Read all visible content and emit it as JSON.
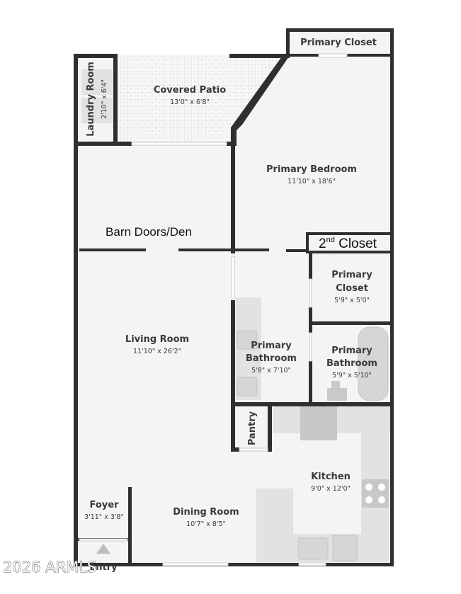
{
  "rooms": {
    "primary_closet_top": {
      "name": "Primary Closet"
    },
    "laundry_room": {
      "name": "Laundry Room",
      "dims": "2'10\" x 6'4\""
    },
    "covered_patio": {
      "name": "Covered Patio",
      "dims": "13'0\" x 6'8\""
    },
    "primary_bedroom": {
      "name": "Primary Bedroom",
      "dims": "11'10\" x 18'6\""
    },
    "second_closet": {
      "name_prefix": "2",
      "name_sup": "nd",
      "name_suffix": " Closet"
    },
    "barn_doors_den": {
      "name": "Barn Doors/Den"
    },
    "primary_closet": {
      "name_line1": "Primary",
      "name_line2": "Closet",
      "dims": "5'9\" x 5'0\""
    },
    "living_room": {
      "name": "Living Room",
      "dims": "11'10\" x 26'2\""
    },
    "primary_bathroom_left": {
      "name_line1": "Primary",
      "name_line2": "Bathroom",
      "dims": "5'8\" x 7'10\""
    },
    "primary_bathroom_right": {
      "name_line1": "Primary",
      "name_line2": "Bathroom",
      "dims": "5'9\" x 5'10\""
    },
    "pantry": {
      "name": "Pantry"
    },
    "kitchen": {
      "name": "Kitchen",
      "dims": "9'0\" x 12'0\""
    },
    "foyer": {
      "name": "Foyer",
      "dims": "3'11\" x 3'8\""
    },
    "dining_room": {
      "name": "Dining Room",
      "dims": "10'7\" x 8'5\""
    },
    "entry": {
      "name": "Entry"
    }
  },
  "watermark": "2026 ARMLS",
  "colors": {
    "wall": "#2f2f2f",
    "floor": "#f4f4f4",
    "counter": "#e2e2e2"
  }
}
